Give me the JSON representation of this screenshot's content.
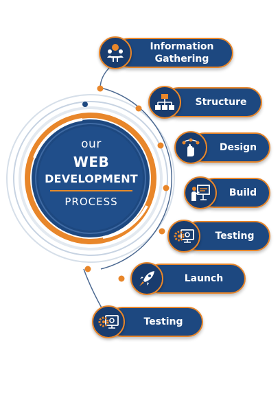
{
  "center": {
    "line1": "our",
    "line2": "WEB",
    "line3": "DEVELOPMENT",
    "line4": "PROCESS"
  },
  "steps": [
    {
      "label": "Information Gathering",
      "icon": "meeting-icon"
    },
    {
      "label": "Structure",
      "icon": "sitemap-icon"
    },
    {
      "label": "Design",
      "icon": "design-hand-icon"
    },
    {
      "label": "Build",
      "icon": "presentation-board-icon"
    },
    {
      "label": "Testing",
      "icon": "gear-monitor-icon"
    },
    {
      "label": "Launch",
      "icon": "rocket-icon"
    },
    {
      "label": "Testing",
      "icon": "gear-monitor-icon"
    }
  ],
  "colors": {
    "navy": "#1d4880",
    "dark_navy": "#193c6e",
    "orange": "#e8862a",
    "ring_gray": "#b9c7d8"
  }
}
